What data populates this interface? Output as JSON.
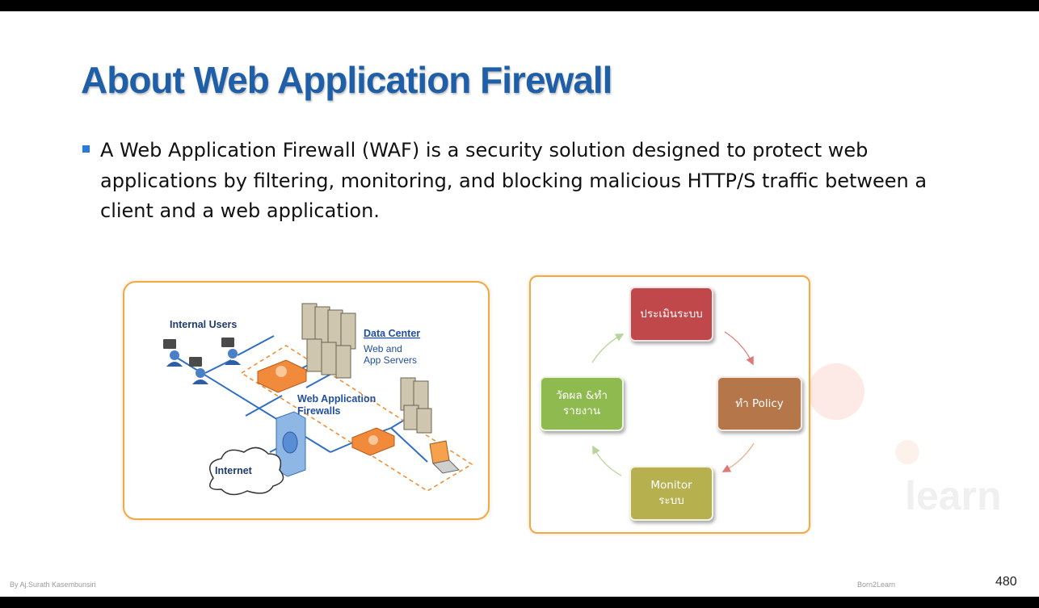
{
  "slide": {
    "title": "About Web Application Firewall",
    "bullet": "A Web Application Firewall (WAF) is a security solution designed to protect web applications by filtering, monitoring, and blocking malicious HTTP/S traffic between a client and a web application.",
    "page_number": "480",
    "footer_author": "By Aj.Surath Kasembunsiri",
    "footer_brand": "Born2Learn",
    "watermark_text": "learn"
  },
  "network_diagram": {
    "internal_users": "Internal Users",
    "data_center": "Data Center",
    "servers_line1": "Web and",
    "servers_line2": "App Servers",
    "waf_line1": "Web Application",
    "waf_line2": "Firewalls",
    "internet": "Internet"
  },
  "cycle": {
    "steps": [
      {
        "label": "ประเมินระบบ",
        "color": "#c0474a"
      },
      {
        "label": "ทำ Policy",
        "color": "#b5764a"
      },
      {
        "label": "Monitor ระบบ",
        "color": "#b7b04e"
      },
      {
        "label": "วัดผล &ทำ รายงาน",
        "color": "#8fba4f"
      }
    ]
  }
}
